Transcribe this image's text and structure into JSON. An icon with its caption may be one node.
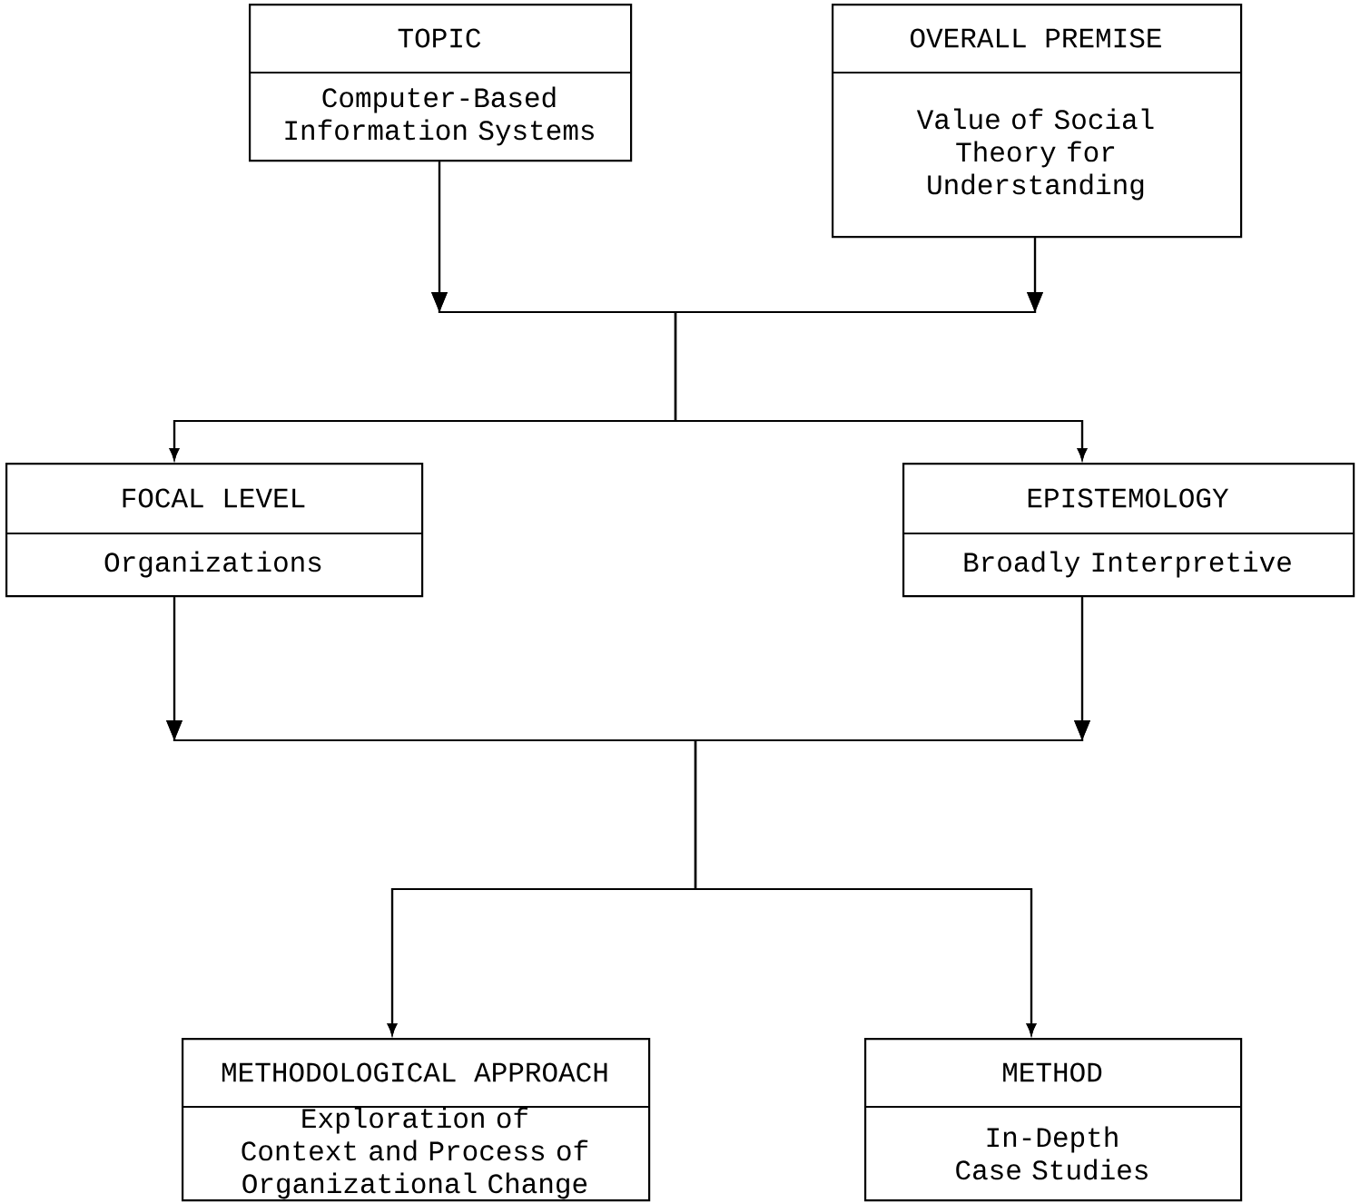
{
  "diagram": {
    "nodes": [
      {
        "text": [
          "TOPIC",
          "Computer-Based Information Systems"
        ]
      },
      {
        "text": [
          "OVERALL PREMISE",
          "Value of Social Theory for Understanding"
        ]
      },
      {
        "text": [
          "FOCAL LEVEL",
          "Organizations"
        ]
      },
      {
        "text": [
          "EPISTEMOLOGY",
          "Broadly Interpretive"
        ]
      },
      {
        "text": [
          "METHODOLOGICAL APPROACH",
          "Exploration of Context and Process of Organizational Change"
        ]
      },
      {
        "text": [
          "METHOD",
          "In-Depth Case Studies"
        ]
      }
    ],
    "edges": [
      {
        "from": 0,
        "to": 2,
        "arrow": "to"
      },
      {
        "from": 0,
        "to": 3,
        "arrow": "to"
      },
      {
        "from": 1,
        "to": 2,
        "arrow": "to"
      },
      {
        "from": 1,
        "to": 3,
        "arrow": "to"
      },
      {
        "from": 2,
        "to": 4,
        "arrow": "to"
      },
      {
        "from": 2,
        "to": 5,
        "arrow": "to"
      },
      {
        "from": 3,
        "to": 4,
        "arrow": "to"
      },
      {
        "from": 3,
        "to": 5,
        "arrow": "to"
      }
    ]
  }
}
